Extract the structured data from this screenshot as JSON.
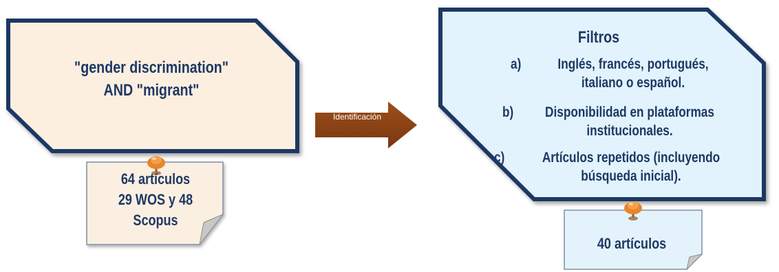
{
  "query_box": {
    "lines": [
      "\"gender discrimination\"",
      "AND \"migrant\""
    ]
  },
  "note_left": {
    "lines": [
      "64 artículos",
      "29 WOS y 48",
      "Scopus"
    ]
  },
  "arrow": {
    "label": "Identificación"
  },
  "filters_box": {
    "title": "Filtros",
    "items": [
      {
        "letter": "a)",
        "lines": [
          "Inglés, francés, portugués,",
          "italiano o español."
        ]
      },
      {
        "letter": "b)",
        "lines": [
          "Disponibilidad en plataformas",
          "institucionales."
        ]
      },
      {
        "letter": "c)",
        "lines": [
          "Artículos repetidos (incluyendo",
          "búsqueda inicial)."
        ]
      }
    ]
  },
  "note_right": {
    "lines": [
      "40 artículos"
    ]
  },
  "colors": {
    "query_fill": "#fcefe0",
    "filters_fill": "#e2f3fd",
    "box_border": "#1f3864",
    "text": "#1f3864",
    "arrow": "#8b4513",
    "note_fill": "#fbefe1",
    "note_right_fill": "#e4f3fb",
    "pin": "#e8852a"
  }
}
